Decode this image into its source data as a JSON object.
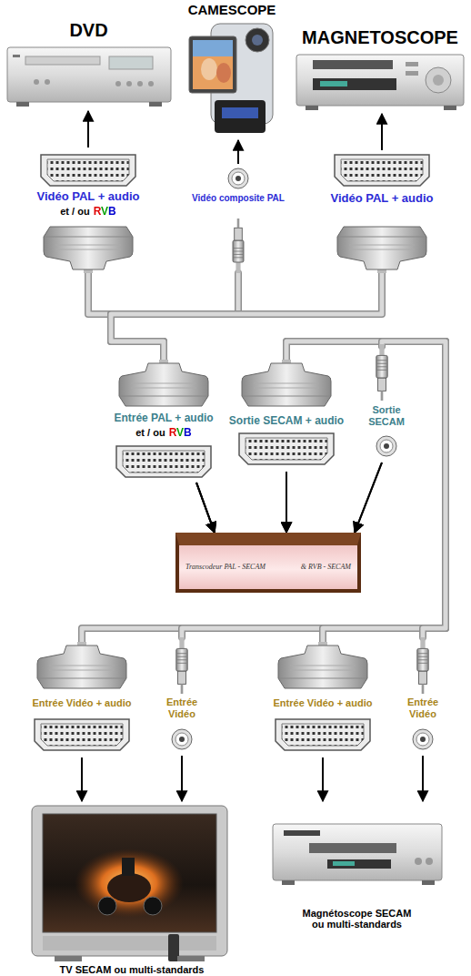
{
  "diagram": {
    "nodes": [
      {
        "text": [
          "DVD"
        ]
      },
      {
        "text": [
          "CAMESCOPE"
        ]
      },
      {
        "text": [
          "MAGNETOSCOPE"
        ]
      },
      {
        "text": [
          "Transcodeur PAL - SECAM",
          "& RVB - SECAM"
        ]
      },
      {
        "text": [
          "TV SECAM ou multi-standards"
        ]
      },
      {
        "text": [
          "Magnétoscope SECAM ou multi-standards"
        ]
      }
    ],
    "edges": [
      {
        "from": 0,
        "to": 3,
        "arrow": "both"
      },
      {
        "from": 1,
        "to": 3,
        "arrow": "both"
      },
      {
        "from": 2,
        "to": 3,
        "arrow": "both"
      },
      {
        "from": 3,
        "to": 4,
        "arrow": "both"
      },
      {
        "from": 3,
        "to": 4,
        "arrow": "both"
      },
      {
        "from": 3,
        "to": 5,
        "arrow": "both"
      },
      {
        "from": 3,
        "to": 5,
        "arrow": "both"
      }
    ],
    "labels": [
      "Vidéo PAL + audio",
      "et / ou",
      "RVB",
      "Vidéo composite PAL",
      "Vidéo PAL + audio",
      "Entrée PAL + audio",
      "et / ou",
      "RVB",
      "Sortie SECAM + audio",
      "Sortie SECAM",
      "Entrée Vidéo + audio",
      "Entrée Vidéo",
      "Entrée Vidéo + audio",
      "Entrée Vidéo"
    ]
  }
}
